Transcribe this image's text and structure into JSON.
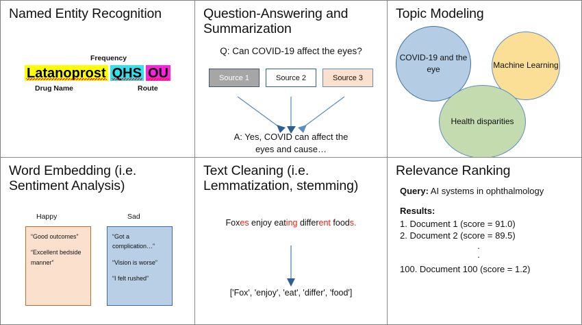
{
  "panels": {
    "ner": {
      "title": "Named Entity Recognition",
      "frequency_label": "Frequency",
      "drug_label": "Drug Name",
      "route_label": "Route",
      "entities": [
        {
          "text": "Latanoprost",
          "type": "drug",
          "highlight": "#ffff00"
        },
        {
          "text": "QHS",
          "type": "frequency",
          "highlight": "#33e0ee"
        },
        {
          "text": "OU",
          "type": "route",
          "highlight": "#ff20e0"
        }
      ]
    },
    "qa": {
      "title": "Question-Answering and Summarization",
      "question": "Q: Can COVID-19 affect the eyes?",
      "sources": [
        {
          "label": "Source 1",
          "fill": "#a6a6a6",
          "text_color": "#ffffff"
        },
        {
          "label": "Source 2",
          "fill": "#ffffff",
          "text_color": "#111111"
        },
        {
          "label": "Source 3",
          "fill": "#fbe0ce",
          "text_color": "#111111"
        }
      ],
      "answer_line1": "A: Yes, COVID can affect the",
      "answer_line2": "eyes and cause…"
    },
    "topic": {
      "title": "Topic Modeling",
      "topics": [
        {
          "label": "COVID-19 and the eye",
          "fill": "#b4cde4"
        },
        {
          "label": "Machine Learning",
          "fill": "#fbdf96"
        },
        {
          "label": "Health disparities",
          "fill": "#c3dbaf"
        }
      ]
    },
    "embedding": {
      "title": "Word Embedding (i.e. Sentiment Analysis)",
      "happy_label": "Happy",
      "sad_label": "Sad",
      "happy_quotes": [
        "“Good outcomes”",
        "“Excellent bedside manner”"
      ],
      "sad_quotes": [
        "“Got a complication…”",
        "“Vision is worse”",
        "“I felt rushed”"
      ]
    },
    "cleaning": {
      "title": "Text Cleaning (i.e. Lemmatization, stemming)",
      "sentence_parts": [
        {
          "text": "Fox",
          "red": false
        },
        {
          "text": "es",
          "red": true
        },
        {
          "text": " enjoy eat",
          "red": false
        },
        {
          "text": "ing",
          "red": true
        },
        {
          "text": " differ",
          "red": false
        },
        {
          "text": "ent",
          "red": true
        },
        {
          "text": " food",
          "red": false
        },
        {
          "text": "s.",
          "red": true
        }
      ],
      "output": "['Fox', 'enjoy', 'eat', 'differ', 'food']"
    },
    "ranking": {
      "title": "Relevance Ranking",
      "query_label": "Query:",
      "query_text": " AI systems in ophthalmology",
      "results_label": "Results:",
      "results": [
        "1. Document 1 (score = 91.0)",
        "2. Document 2 (score = 89.5)"
      ],
      "ellipsis_dot": "·",
      "last_result": "100. Document 100 (score = 1.2)"
    }
  },
  "colors": {
    "grid_line": "#8a8a8a",
    "arrow_blue": "#5b8fc1",
    "red_text": "#e8220f"
  }
}
